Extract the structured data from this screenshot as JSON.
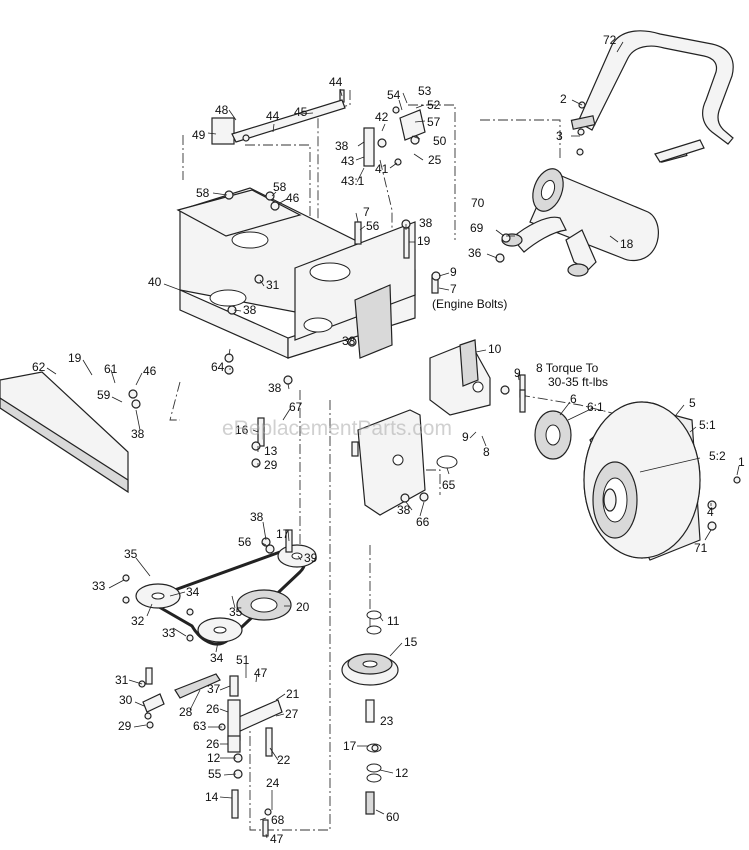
{
  "watermark": "eReplacementParts.com",
  "notes": {
    "engine_bolts": "(Engine Bolts)",
    "torque_line1": "8 Torque To",
    "torque_line2": "30-35 ft-lbs"
  },
  "callouts": [
    "72",
    "2",
    "3",
    "44",
    "48",
    "45",
    "44",
    "49",
    "54",
    "53",
    "52",
    "42",
    "57",
    "38",
    "50",
    "25",
    "43",
    "41",
    "43:1",
    "58",
    "58",
    "46",
    "7",
    "56",
    "38",
    "19",
    "70",
    "69",
    "36",
    "18",
    "40",
    "31",
    "9",
    "7",
    "38",
    "10",
    "38",
    "64",
    "62",
    "19",
    "61",
    "46",
    "59",
    "38",
    "9",
    "38",
    "67",
    "16",
    "13",
    "29",
    "6",
    "6:1",
    "5",
    "5:1",
    "5:2",
    "1",
    "9",
    "8",
    "65",
    "4",
    "71",
    "38",
    "66",
    "17",
    "38",
    "39",
    "56",
    "35",
    "33",
    "34",
    "32",
    "35",
    "33",
    "20",
    "34",
    "11",
    "15",
    "31",
    "51",
    "47",
    "37",
    "21",
    "30",
    "28",
    "26",
    "27",
    "63",
    "29",
    "26",
    "22",
    "12",
    "23",
    "17",
    "12",
    "14",
    "24",
    "68",
    "47",
    "60",
    "55"
  ]
}
